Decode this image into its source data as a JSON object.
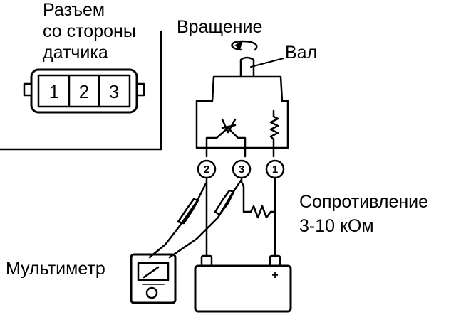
{
  "connector_label": {
    "line1": "Разъем",
    "line2": "со стороны",
    "line3": "датчика"
  },
  "connector_pins": [
    "1",
    "2",
    "3"
  ],
  "rotation_label": "Вращение",
  "shaft_label": "Вал",
  "resistance_label": {
    "line1": "Сопротивление",
    "line2": "3-10 кОм"
  },
  "multimeter_label": "Мультиметр",
  "terminal_labels": [
    "2",
    "3",
    "1"
  ],
  "battery_plus": "+",
  "colors": {
    "ink": "#000000",
    "background": "#ffffff"
  }
}
